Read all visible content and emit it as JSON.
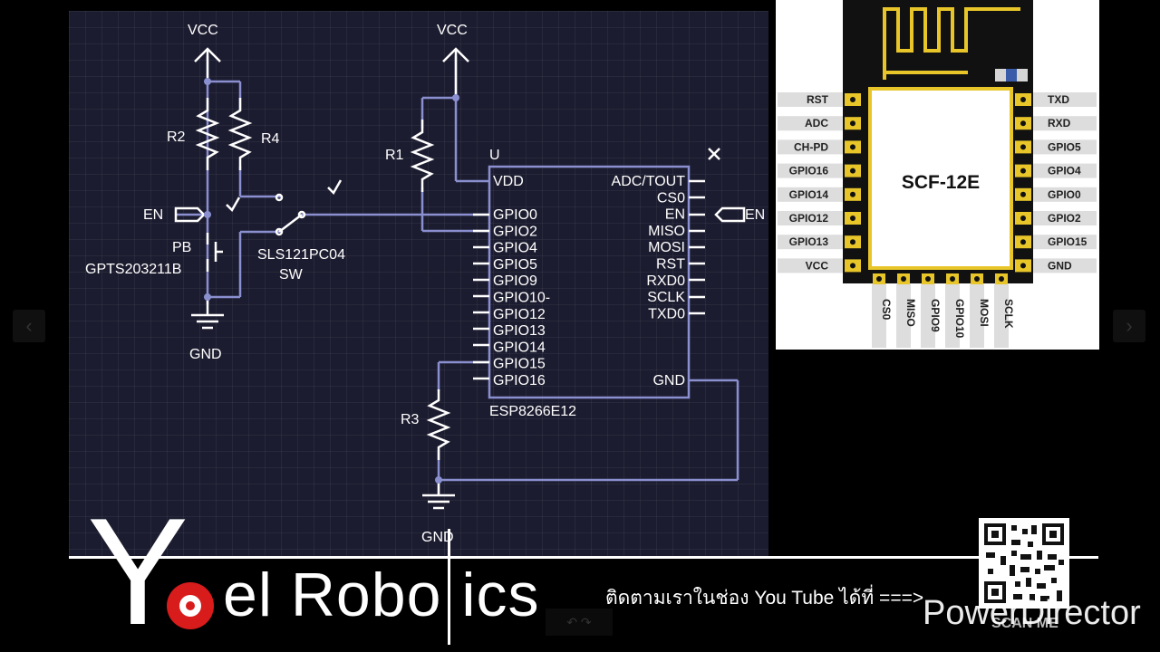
{
  "schematic": {
    "vcc_left": "VCC",
    "vcc_right": "VCC",
    "r1": "R1",
    "r2": "R2",
    "r3": "R3",
    "r4": "R4",
    "en_left": "EN",
    "en_right": "EN",
    "pb_label": "PB",
    "pb_part": "GPTS203211B",
    "switch_part": "SLS121PC04",
    "switch_label": "SW",
    "gnd_left": "GND",
    "gnd_bottom": "GND",
    "chip_designator": "U",
    "chip_name": "ESP8266E12",
    "chip_left_pins": [
      "VDD",
      "GPIO0",
      "GPIO2",
      "GPIO4",
      "GPIO5",
      "GPIO9",
      "GPIO10-",
      "GPIO12",
      "GPIO13",
      "GPIO14",
      "GPIO15",
      "GPIO16"
    ],
    "chip_right_pins": [
      "ADC/TOUT",
      "CS0",
      "EN",
      "MISO",
      "MOSI",
      "RST",
      "RXD0",
      "SCLK",
      "TXD0"
    ],
    "chip_right_gnd": "GND",
    "wire_color": "#8a8fd0"
  },
  "pinout": {
    "module_name": "SCF-12E",
    "left_pins": [
      "RST",
      "ADC",
      "CH-PD",
      "GPIO16",
      "GPIO14",
      "GPIO12",
      "GPIO13",
      "VCC"
    ],
    "right_pins": [
      "TXD",
      "RXD",
      "GPIO5",
      "GPIO4",
      "GPIO0",
      "GPIO2",
      "GPIO15",
      "GND"
    ],
    "bottom_pins": [
      "CS0",
      "MISO",
      "GPIO9",
      "GPIO10",
      "MOSI",
      "SCLK"
    ],
    "pad_color": "#e8c62a"
  },
  "brand": {
    "y_letter": "Y",
    "rest": "el Robo",
    "rest2": "ics"
  },
  "follow_text": "ติดตามเราในช่อง You Tube ได้ที่ ===>",
  "qr_caption": "SCAN ME",
  "watermark": "PowerDirector",
  "nav": {
    "prev": "‹",
    "next": "›"
  },
  "controls": "↶ ↷"
}
